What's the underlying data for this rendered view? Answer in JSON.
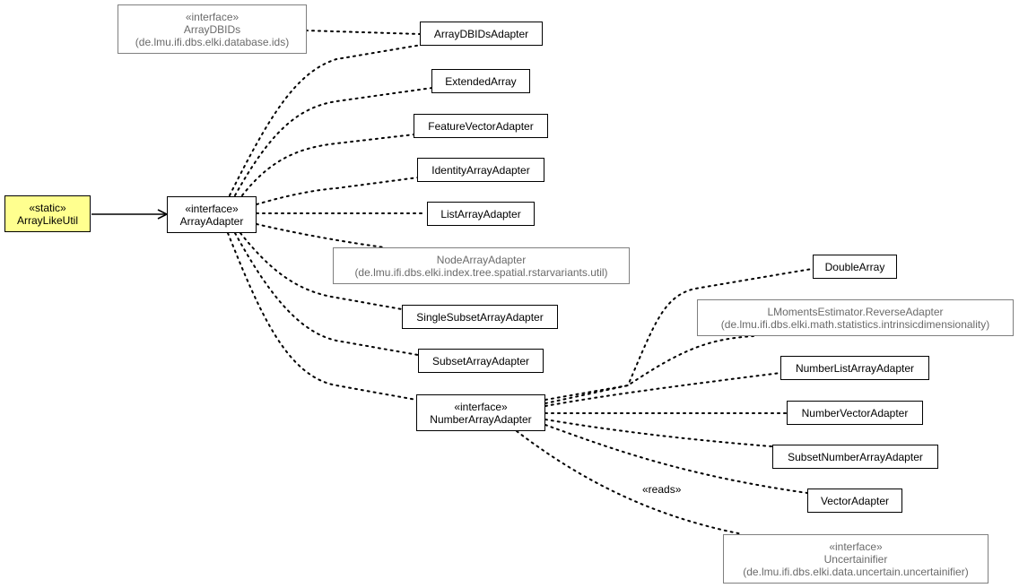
{
  "nodes": {
    "array_like_util": {
      "stereotype": "«static»",
      "name": "ArrayLikeUtil"
    },
    "array_adapter": {
      "stereotype": "«interface»",
      "name": "ArrayAdapter"
    },
    "array_dbids": {
      "stereotype": "«interface»",
      "name": "ArrayDBIDs",
      "package": "(de.lmu.ifi.dbs.elki.database.ids)"
    },
    "array_dbids_adapter": {
      "name": "ArrayDBIDsAdapter"
    },
    "extended_array": {
      "name": "ExtendedArray"
    },
    "feature_vector_adapter": {
      "name": "FeatureVectorAdapter"
    },
    "identity_array_adapter": {
      "name": "IdentityArrayAdapter"
    },
    "list_array_adapter": {
      "name": "ListArrayAdapter"
    },
    "node_array_adapter": {
      "name": "NodeArrayAdapter",
      "package": "(de.lmu.ifi.dbs.elki.index.tree.spatial.rstarvariants.util)"
    },
    "single_subset_array_adapter": {
      "name": "SingleSubsetArrayAdapter"
    },
    "subset_array_adapter": {
      "name": "SubsetArrayAdapter"
    },
    "number_array_adapter": {
      "stereotype": "«interface»",
      "name": "NumberArrayAdapter"
    },
    "double_array": {
      "name": "DoubleArray"
    },
    "lmoments_reverse_adapter": {
      "name": "LMomentsEstimator.ReverseAdapter",
      "package": "(de.lmu.ifi.dbs.elki.math.statistics.intrinsicdimensionality)"
    },
    "number_list_array_adapter": {
      "name": "NumberListArrayAdapter"
    },
    "number_vector_adapter": {
      "name": "NumberVectorAdapter"
    },
    "subset_number_array_adapter": {
      "name": "SubsetNumberArrayAdapter"
    },
    "vector_adapter": {
      "name": "VectorAdapter"
    },
    "uncertainifier": {
      "stereotype": "«interface»",
      "name": "Uncertainifier",
      "package": "(de.lmu.ifi.dbs.elki.data.uncertain.uncertainifier)"
    }
  },
  "edge_labels": {
    "reads": "«reads»"
  },
  "colors": {
    "focus_fill": "#ffff8f",
    "external_text": "#6a6a6a",
    "external_border": "#7f7f7f",
    "line": "#000000"
  }
}
